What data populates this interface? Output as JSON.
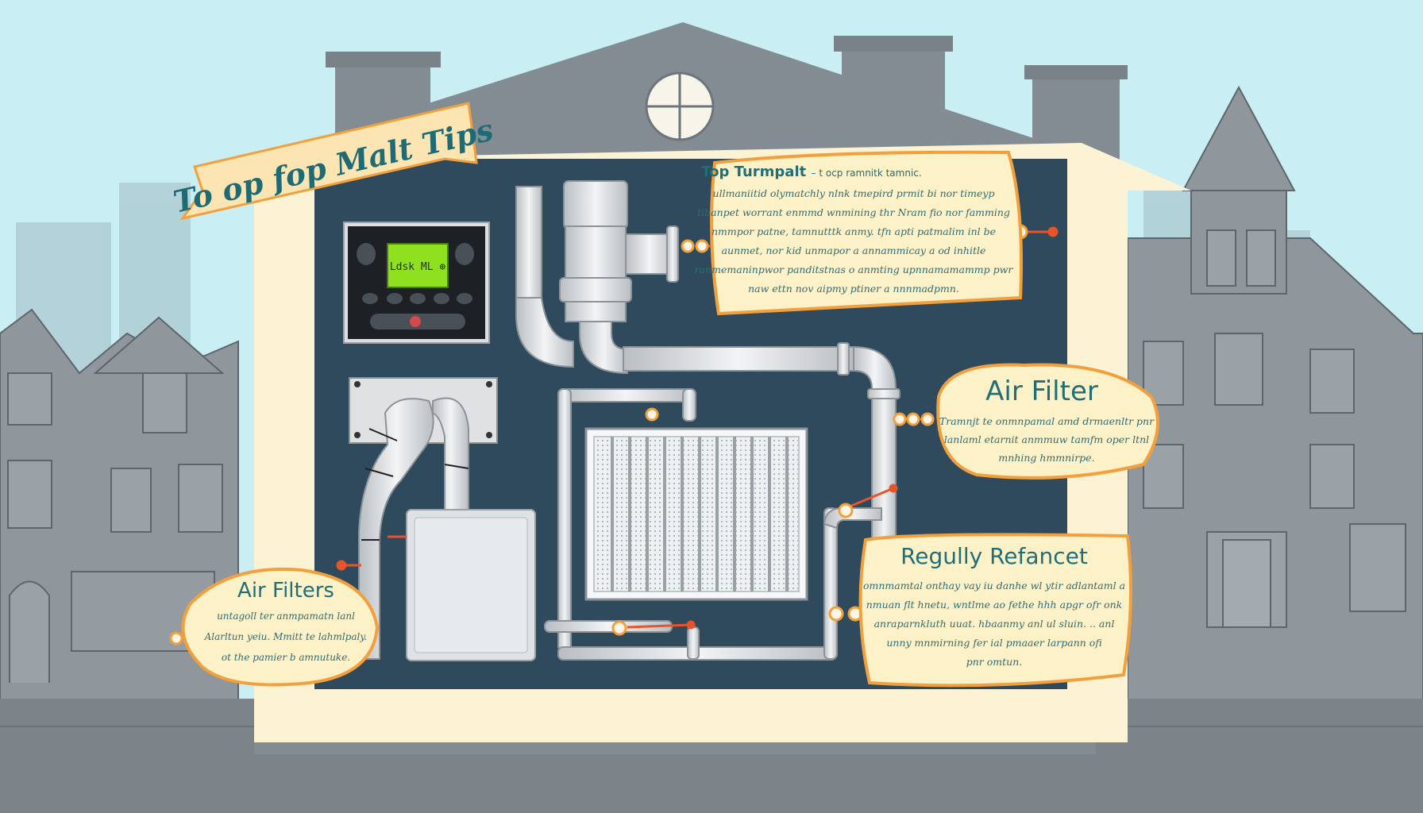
{
  "colors": {
    "sky": "#c7eef3",
    "house": "#858d94",
    "wall_frame": "#fbf3d3",
    "panel": "#2f4a5c",
    "pipe": "#dfe2e4",
    "callout": "#fdf1c8",
    "callout_border": "#f2a03d",
    "connector": "#e8542a",
    "text": "#1f6f7a"
  },
  "banner": {
    "title": "To op fop Malt Tips"
  },
  "callouts": {
    "thermostat": {
      "title": "Top Turmpalt",
      "title_suffix": "– t ocp ramnitk tamnic.",
      "lines": [
        "ullmaniitid olymatchly nlnk tmepird prmit bi nor timeyp",
        "tibanpet worrant enmmd wnmining thr Nram fio nor famming",
        "nmmpor patne, tamnutttk anmy. tfn apti patmalim inl be",
        "aunmet, nor kid unmapor a annammicay a od inhitle",
        "ranmemaninpwor panditstnas o anmting upnnamamammp pwr",
        "naw ettn nov aipmy ptiner a nnnmadpmn."
      ]
    },
    "air_filter_right": {
      "title": "Air Filter",
      "lines": [
        "Tramnjt te onmnpamal amd drmaenltr pnr",
        "lanlaml etarnit anmmuw tamfm oper ltnl",
        "mnhing hmmnirpe."
      ]
    },
    "replace": {
      "title": "Regully Refancet",
      "lines": [
        "omnmamtal onthay vay iu danhe wl ytir adlantaml a",
        "nmuan flt hnetu, wntlme ao fethe hhh apgr ofr onk",
        "anraparnkluth uuat. hbaanmy anl ul sluin. .. anl",
        "unny mnmirning fer ial pmaaer larpann ofi",
        "pnr omtun."
      ]
    },
    "air_filters_left": {
      "title": "Air Filters",
      "lines": [
        "untagoll ter anmpamatn lanl",
        "Alarltun yeiu. Mmitt te lahmlpaly.",
        "ot the pamier b amnutuke."
      ]
    }
  },
  "thermostat": {
    "display": "Ldsk  ML  ⊕"
  }
}
